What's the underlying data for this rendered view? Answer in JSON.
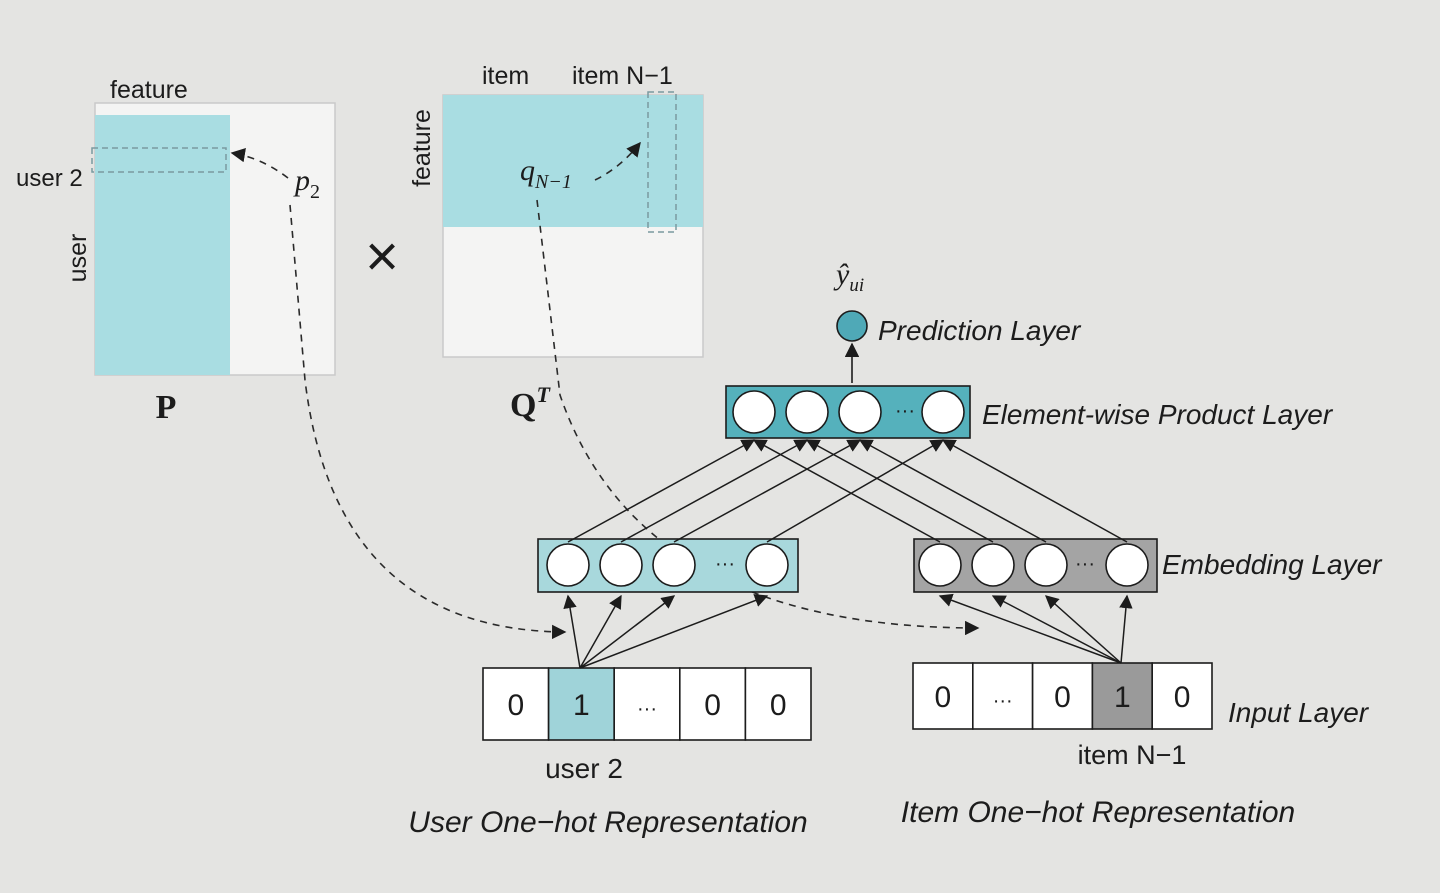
{
  "colors": {
    "background": "#e4e4e2",
    "user_matrix_fill": "#a9dde2",
    "embedding_user_fill": "#a8d8dc",
    "product_layer_fill": "#55b1bc",
    "prediction_node_fill": "#4fa9b7",
    "item_embedding_fill": "#a4a4a4",
    "onehot_active_user": "#9fd3d9",
    "onehot_active_item": "#9a9a9a",
    "ink": "#1c1c1c"
  },
  "matrix_p": {
    "top_label": "feature",
    "side_label": "user",
    "row_label": "user 2",
    "vector_label": "p",
    "vector_subscript": "2",
    "name": "P"
  },
  "times_symbol": "×",
  "matrix_q": {
    "top_label_left": "item",
    "top_label_right": "item N−1",
    "side_label": "feature",
    "vector_label": "q",
    "vector_subscript": "N−1",
    "name": "Q",
    "name_superscript": "T"
  },
  "layers": {
    "prediction": {
      "output_symbol": "ŷ",
      "output_subscript": "ui",
      "label": "Prediction Layer"
    },
    "product": {
      "label": "Element-wise Product Layer",
      "ellipsis": "···"
    },
    "embedding": {
      "label": "Embedding Layer",
      "ellipsis": "···"
    },
    "input": {
      "label": "Input Layer"
    }
  },
  "user_onehot": {
    "cells": [
      "0",
      "1",
      "···",
      "0",
      "0"
    ],
    "active_index": 1,
    "caption": "user 2",
    "title": "User One−hot Representation"
  },
  "item_onehot": {
    "cells": [
      "0",
      "···",
      "0",
      "1",
      "0"
    ],
    "active_index": 3,
    "caption": "item N−1",
    "title": "Item One−hot Representation"
  }
}
